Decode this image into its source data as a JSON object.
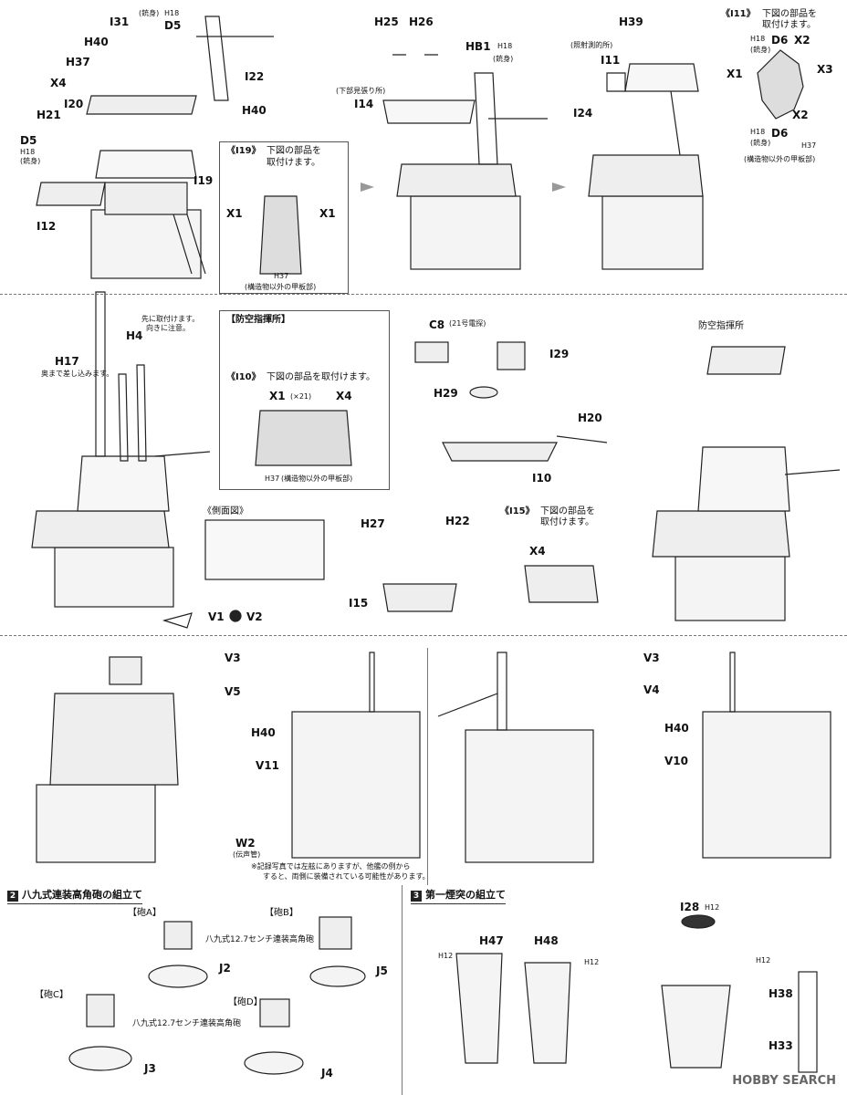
{
  "parts": {
    "step1": {
      "I31": "I31",
      "H18_gun_top": "H18",
      "gun_barrel_top": "(銃身)",
      "D5_top": "D5",
      "H40_top": "H40",
      "H37": "H37",
      "X4_top": "X4",
      "I20": "I20",
      "H21": "H21",
      "D5_left": "D5",
      "H18_left": "H18",
      "gun_barrel_left": "(銃身)",
      "I12": "I12",
      "I22": "I22",
      "H40_mid": "H40",
      "I19": "I19"
    },
    "insetI19": {
      "title": "《I19》",
      "note1": "下図の部品を",
      "note2": "取付けます。",
      "X1a": "X1",
      "X1b": "X1",
      "H37": "H37",
      "caption": "(構造物以外の甲板部)"
    },
    "step2": {
      "H25": "H25",
      "H26": "H26",
      "HB1": "HB1",
      "H18": "H18",
      "gun_barrel": "(銃身)",
      "lower_lookout": "(下部見張り所)",
      "I14": "I14"
    },
    "step3": {
      "H39": "H39",
      "rangefinder": "(照射測的所)",
      "I11": "I11",
      "I24": "I24"
    },
    "insetI11": {
      "title": "《I11》",
      "note1": "下図の部品を",
      "note2": "取付けます。",
      "H18a": "H18",
      "gun_barrel_a": "(銃身)",
      "D6a": "D6",
      "X2a": "X2",
      "X1": "X1",
      "X3": "X3",
      "H18b": "H18",
      "gun_barrel_b": "(銃身)",
      "D6b": "D6",
      "X2b": "X2",
      "H37": "H37",
      "caption": "(構造物以外の甲板部)"
    },
    "row2": {
      "warn1": "先に取付けます。",
      "warn1b": "向きに注意。",
      "H4": "H4",
      "H17": "H17",
      "warn2": "奥まで差し込みます。",
      "aa_command": "【防空指揮所】",
      "C8": "C8",
      "radar": "(21号電探)",
      "I29": "I29",
      "H29": "H29",
      "H20": "H20",
      "I10": "I10",
      "insetI10_title": "《I10》",
      "insetI10_note": "下図の部品を取付けます。",
      "X1_21": "X1",
      "x21": "(×21)",
      "X4": "X4",
      "H37": "H37",
      "caption": "(構造物以外の甲板部)",
      "side_view": "《側面図》",
      "H27": "H27",
      "H22": "H22",
      "I15": "I15",
      "insetI15_title": "《I15》",
      "insetI15_note1": "下図の部品を",
      "insetI15_note2": "取付けます。",
      "X4b": "X4",
      "V1": "V1",
      "V2": "V2",
      "aa_command_r": "防空指揮所"
    },
    "row3": {
      "V3a": "V3",
      "V5": "V5",
      "H40a": "H40",
      "V11": "V11",
      "W2": "W2",
      "voice_tube": "(伝声管)",
      "note1": "※記録写真では左舷にありますが、他艦の例から",
      "note2": "すると、両側に装備されている可能性があります。",
      "V3b": "V3",
      "V4": "V4",
      "H40b": "H40",
      "V10": "V10"
    },
    "sec2": {
      "num": "2",
      "title": "八九式連装高角砲の組立て",
      "gunA": "【砲A】",
      "gunB": "【砲B】",
      "gunC": "【砲C】",
      "gunD": "【砲D】",
      "desc1": "八九式12.7センチ連装高角砲",
      "desc2": "八九式12.7センチ連装高角砲",
      "J2": "J2",
      "J5": "J5",
      "J3": "J3",
      "J4": "J4"
    },
    "sec3": {
      "num": "3",
      "title": "第一煙突の組立て",
      "H12a": "H12",
      "H47": "H47",
      "H48": "H48",
      "H12b": "H12",
      "I28": "I28",
      "H12c": "H12",
      "H12d": "H12",
      "H38": "H38",
      "H33": "H33"
    },
    "watermark": "HOBBY SEARCH"
  }
}
